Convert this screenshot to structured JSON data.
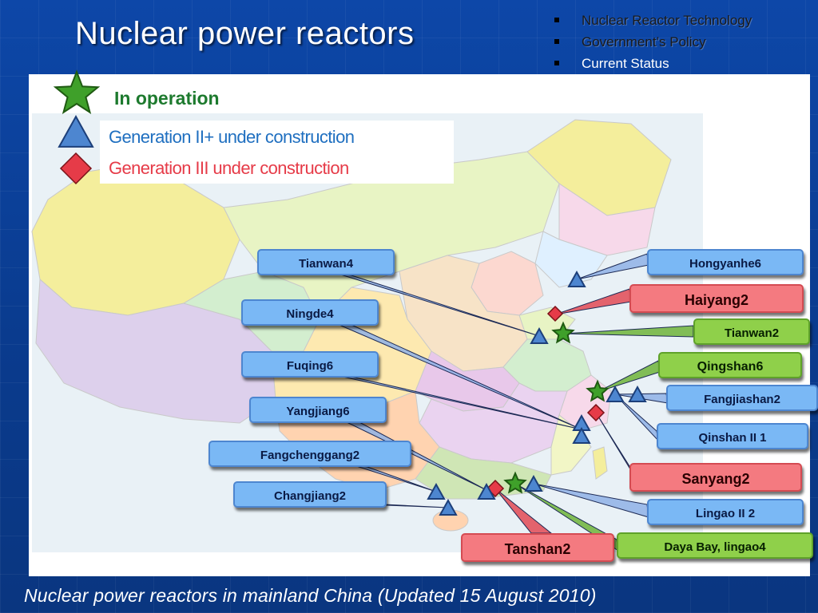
{
  "slide": {
    "title": "Nuclear power reactors"
  },
  "nav": {
    "items": [
      {
        "label": "Nuclear Reactor Technology"
      },
      {
        "label": "Government’s Policy"
      },
      {
        "label": "Current Status"
      }
    ]
  },
  "legend": {
    "operation": {
      "label": "In operation",
      "color": "#1d7a2e",
      "marker": "green-star"
    },
    "gen2plus": {
      "label": "Generation II+ under construction",
      "color": "#1f6fc0",
      "marker": "blue-triangle"
    },
    "gen3": {
      "label": "Generation III under construction",
      "color": "#e63b48",
      "marker": "red-diamond"
    }
  },
  "map": {
    "colors": {
      "gen2plus": "#4d86d0",
      "gen3": "#e63b48",
      "operation": "#3fa02a"
    },
    "labels": {
      "tianwan4": "Tianwan4",
      "ningde4": "Ningde4",
      "fuqing6": "Fuqing6",
      "yangjiang6": "Yangjiang6",
      "fangchenggang2": "Fangchenggang2",
      "changjiang2": "Changjiang2",
      "hongyanhe6": "Hongyanhe6",
      "haiyang2": "Haiyang2",
      "tianwan2": "Tianwan2",
      "qingshan6": "Qingshan6",
      "fangjiashan2": "Fangjiashan2",
      "qinshan2_1": "Qinshan II 1",
      "sanyang2": "Sanyang2",
      "lingao2_2": "Lingao II 2",
      "tanshan2": "Tanshan2",
      "dayabay_lingao4": "Daya Bay, lingao4"
    }
  },
  "caption": "Nuclear power reactors in mainland China  (Updated 15 August 2010)"
}
